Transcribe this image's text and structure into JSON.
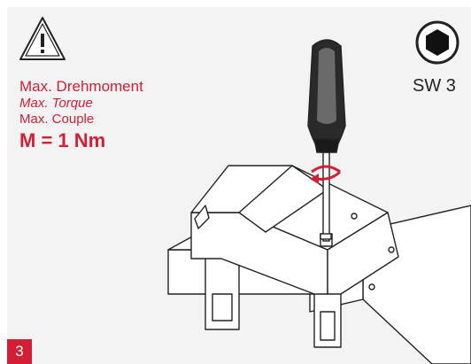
{
  "torque": {
    "label_de": "Max. Drehmoment",
    "label_en": "Max. Torque",
    "label_fr": "Max. Couple",
    "value": "M = 1 Nm"
  },
  "tool": {
    "label": "SW 3",
    "icon": "hex-key-icon"
  },
  "step": {
    "number": "3"
  },
  "colors": {
    "accent": "#d21f36",
    "panel": "#f3f3f3",
    "line": "#222222"
  }
}
